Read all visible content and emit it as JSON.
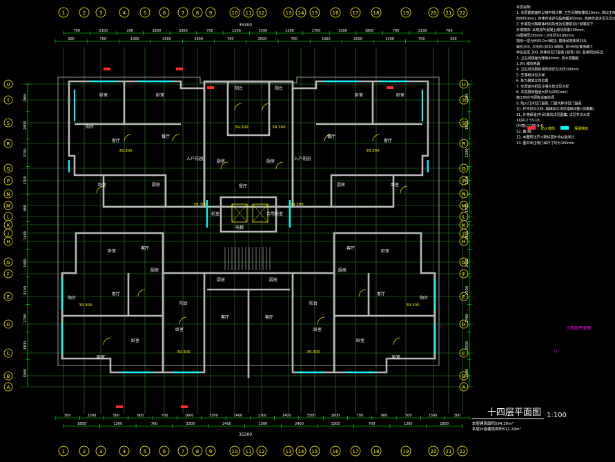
{
  "drawing": {
    "title": "十四层平面图",
    "scale": "1:100",
    "area_lines": [
      "本层建筑面积594.20m²",
      "本层计容建筑面积612.29m²"
    ],
    "total_width": "35300",
    "magenta_label": "十四层平面图",
    "magenta_mark": "11"
  },
  "grid": {
    "cols": [
      "1",
      "2",
      "3",
      "4",
      "5",
      "6",
      "7",
      "8",
      "9",
      "10",
      "11",
      "12",
      "13",
      "14",
      "15",
      "16",
      "17",
      "18",
      "19",
      "20",
      "21",
      "22"
    ],
    "rows": [
      "U",
      "T",
      "S",
      "R",
      "Q",
      "P",
      "N",
      "M",
      "L",
      "K",
      "J",
      "H",
      "G",
      "F",
      "E",
      "D",
      "C",
      "B",
      "A"
    ]
  },
  "dims": {
    "top_a": [
      "700",
      "2100",
      "200",
      "1800",
      "3300",
      "700",
      "1200",
      "1500",
      "1200",
      "1700",
      "3300",
      "1800",
      "700",
      "2100",
      "700"
    ],
    "top_b": [
      "300",
      "700",
      "1300",
      "2500",
      "1900",
      "700",
      "2500",
      "700",
      "1900",
      "2500",
      "1300",
      "700",
      "300"
    ],
    "bottom_a": [
      "300",
      "1500",
      "500",
      "900",
      "700",
      "1600",
      "3300",
      "1400",
      "1300",
      "1400",
      "3300",
      "1600",
      "700",
      "900",
      "500",
      "1500",
      "300"
    ],
    "bottom_b": [
      "1800",
      "1300",
      "700",
      "3300",
      "2400",
      "1300",
      "2400",
      "3300",
      "700",
      "1300",
      "1800"
    ],
    "left": [
      "1900",
      "2800",
      "2700",
      "1700",
      "900",
      "1400",
      "1400",
      "3100",
      "2700",
      "3300",
      "3000"
    ],
    "right": [
      "1500",
      "1800",
      "1200",
      "1700",
      "1700",
      "1800",
      "2400",
      "1200",
      "1400",
      "2600",
      "3000"
    ]
  },
  "rooms": {
    "bedroom": "卧室",
    "living": "客厅",
    "dining": "餐厅",
    "kitchen": "厨房",
    "balcony": "阳台",
    "entry": "入户花园",
    "lobby": "合用前室",
    "elevator": "电梯",
    "foyer": "前室",
    "elev_30": "39.300",
    "elev_29": "39.300"
  },
  "notes": [
    "本层说明:",
    "1. 本层建筑面积以墙中线计算, 卫生间楼板降低20mm, 高出主体地面",
    "   约400(mm), 具体作法详见结构图300mm, 具体作法详见节点大样",
    "2. 外墙及分隔墙体材料及做法见建筑设计说明如下:",
    "   外墙墙体: 采用加气混凝土砌块厚度200mm,",
    "   内隔墙厚250mm (卫生间为100mm)",
    "   墙体一层为MU5.0×4砌块, 楼梯间墙体厚250,",
    "   窗台200, 卫生间 (详见) 4砌块, 设计时位置由施工",
    "   单位自定 300, 具体详见门窗表 (如有) 00, 各类阳台标注",
    "3. 卫生间楼面为降板40mm, 防水层翻起",
    "   1.0% 坡向地漏",
    "4. 卫生间及厨房排风道详见大样100mm",
    "5. 空调板详见大样",
    "6.          处为预留立管位置",
    "7. 空调室外机及冷凝水管详见大样",
    "8. 本层厨房烟道大样为200(mm)",
    "   施工时应与厨房设备协调",
    "9. 防火门详见门窗表, 门窗大样详见门窗表",
    "10. 栏杆详见大样, 楼梯扶手详见楼梯详图 (见图集)",
    "11. 外墙保温(中间)做法详见图集, 详见节点大样",
    "    11J412 53-1b,",
    "    (外墙)二CP5-8-6",
    "12. 图   例:",
    "13. 本图所注尺寸除标高外均以毫米计",
    "14. 图中未注明门垛尺寸均为100mm"
  ],
  "legend": [
    "防火墙体",
    "保温墙体"
  ]
}
